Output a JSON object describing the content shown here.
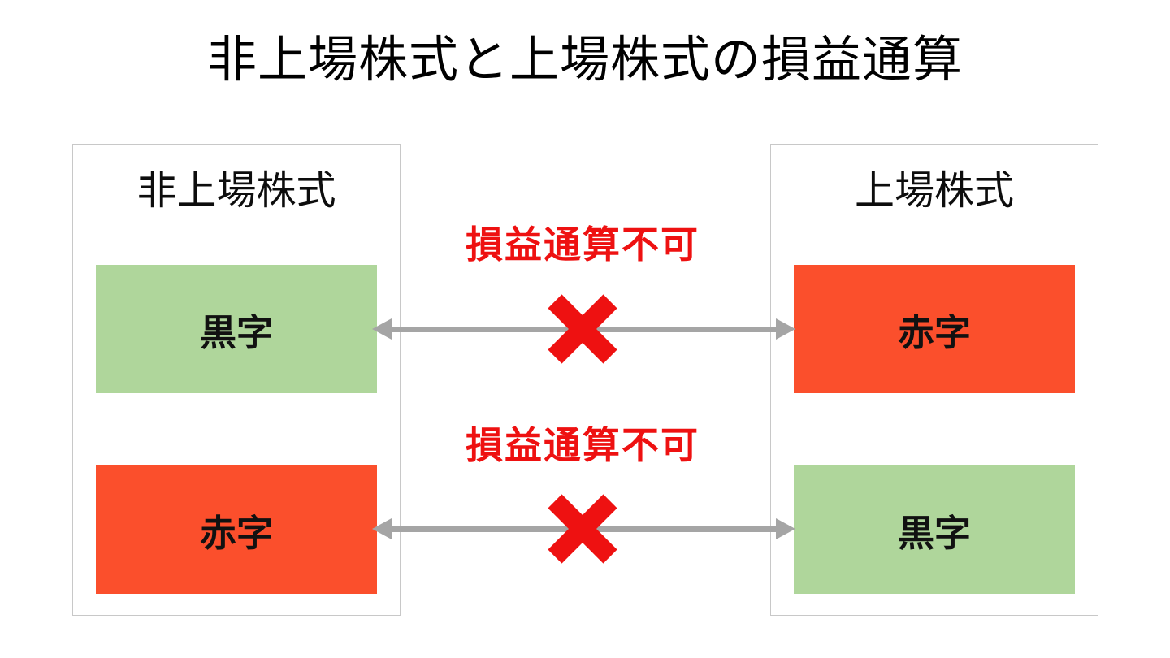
{
  "title": "非上場株式と上場株式の損益通算",
  "panels": {
    "left": {
      "title": "非上場株式",
      "boxes": [
        {
          "label": "黒字",
          "status": "profit"
        },
        {
          "label": "赤字",
          "status": "loss"
        }
      ]
    },
    "right": {
      "title": "上場株式",
      "boxes": [
        {
          "label": "赤字",
          "status": "loss"
        },
        {
          "label": "黒字",
          "status": "profit"
        }
      ]
    }
  },
  "relations": [
    {
      "label": "損益通算不可",
      "icon": "cross-mark"
    },
    {
      "label": "損益通算不可",
      "icon": "cross-mark"
    }
  ],
  "colors": {
    "profit_green": "#afd69b",
    "loss_red": "#fb4f2c",
    "accent_red": "#ee1111",
    "arrow_gray": "#a5a5a5",
    "panel_border": "#c8c8c8"
  }
}
